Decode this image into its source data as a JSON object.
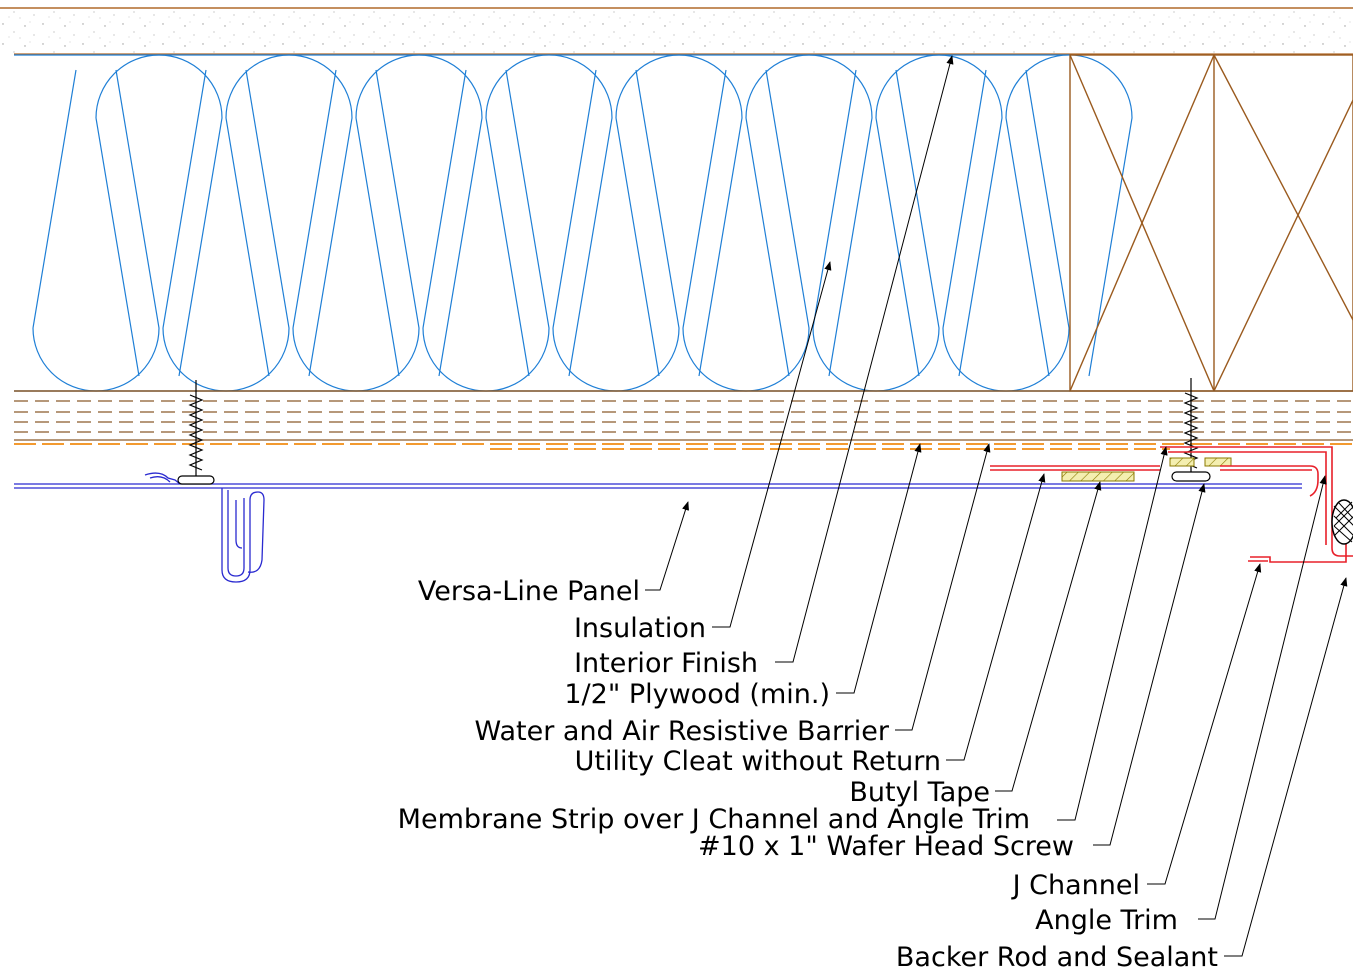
{
  "labels": {
    "versa_line_panel": "Versa-Line Panel",
    "insulation": "Insulation",
    "interior_finish": "Interior Finish",
    "plywood": "1/2\" Plywood (min.)",
    "wrb": "Water and Air Resistive Barrier",
    "utility_cleat": "Utility Cleat without Return",
    "butyl_tape": "Butyl Tape",
    "membrane_strip": "Membrane Strip over J Channel and Angle Trim",
    "screw": "#10 x 1\" Wafer Head Screw",
    "j_channel": "J Channel",
    "angle_trim": "Angle Trim",
    "backer_rod": "Backer Rod and Sealant"
  },
  "colors": {
    "insulation": "#1f7fd6",
    "wood_stud": "#9a5a1e",
    "panel": "#2a2ad0",
    "membrane": "#e8202a",
    "wrb": "#f39a30",
    "butyl": "#c8b400"
  }
}
